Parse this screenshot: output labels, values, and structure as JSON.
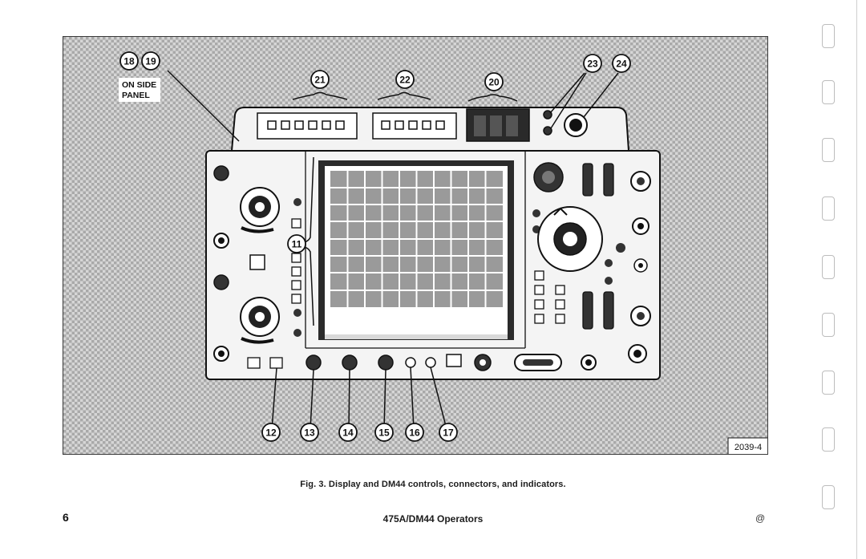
{
  "figure": {
    "side_panel_note_line1": "ON SIDE",
    "side_panel_note_line2": "PANEL",
    "figure_id": "2039-4",
    "callouts": [
      {
        "id": "callout-18",
        "label": "18"
      },
      {
        "id": "callout-19",
        "label": "19"
      },
      {
        "id": "callout-21",
        "label": "21"
      },
      {
        "id": "callout-22",
        "label": "22"
      },
      {
        "id": "callout-20",
        "label": "20"
      },
      {
        "id": "callout-23",
        "label": "23"
      },
      {
        "id": "callout-24",
        "label": "24"
      },
      {
        "id": "callout-11",
        "label": "11"
      },
      {
        "id": "callout-12",
        "label": "12"
      },
      {
        "id": "callout-13",
        "label": "13"
      },
      {
        "id": "callout-14",
        "label": "14"
      },
      {
        "id": "callout-15",
        "label": "15"
      },
      {
        "id": "callout-16",
        "label": "16"
      },
      {
        "id": "callout-17",
        "label": "17"
      }
    ]
  },
  "caption": "Fig. 3.  Display and DM44 controls, connectors, and indicators.",
  "footer": {
    "page_number": "6",
    "title": "475A/DM44 Operators",
    "mark": "@"
  }
}
